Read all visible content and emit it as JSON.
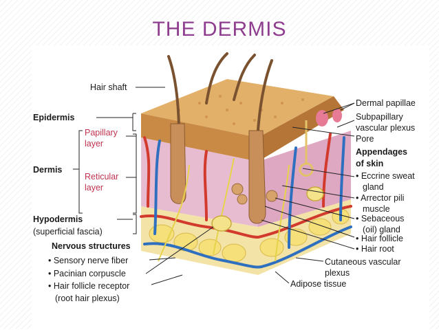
{
  "title": "THE DERMIS",
  "labels": {
    "hair_shaft": "Hair shaft",
    "epidermis": "Epidermis",
    "papillary_layer_1": "Papillary",
    "papillary_layer_2": "layer",
    "dermis": "Dermis",
    "reticular_layer_1": "Reticular",
    "reticular_layer_2": "layer",
    "hypodermis": "Hypodermis",
    "superficial_fascia": "(superficial fascia)",
    "nervous_structures": "Nervous structures",
    "sensory_nerve_fiber": "• Sensory nerve fiber",
    "pacinian_corpuscle": "• Pacinian corpuscle",
    "hair_follicle_receptor": "• Hair follicle receptor",
    "root_hair_plexus": "(root hair plexus)",
    "dermal_papillae": "Dermal papillae",
    "subpapillary_1": "Subpapillary",
    "subpapillary_2": "vascular plexus",
    "pore": "Pore",
    "appendages_1": "Appendages",
    "appendages_2": "of skin",
    "eccrine_1": "• Eccrine sweat",
    "eccrine_2": "gland",
    "arrector_1": "• Arrector pili",
    "arrector_2": "muscle",
    "sebaceous_1": "• Sebaceous",
    "sebaceous_2": "(oil) gland",
    "hair_follicle": "• Hair follicle",
    "hair_root": "• Hair root",
    "cutaneous_1": "Cutaneous vascular",
    "cutaneous_2": "plexus",
    "adipose": "Adipose tissue"
  },
  "colors": {
    "title": "#8e3d8f",
    "layer_label": "#c0324f",
    "epidermis": "#e3b06a",
    "dermis": "#e8bcd0",
    "hypodermis": "#f3e3a6",
    "artery": "#d23a2e",
    "vein": "#2f6fc0",
    "nerve": "#e6d34a"
  }
}
